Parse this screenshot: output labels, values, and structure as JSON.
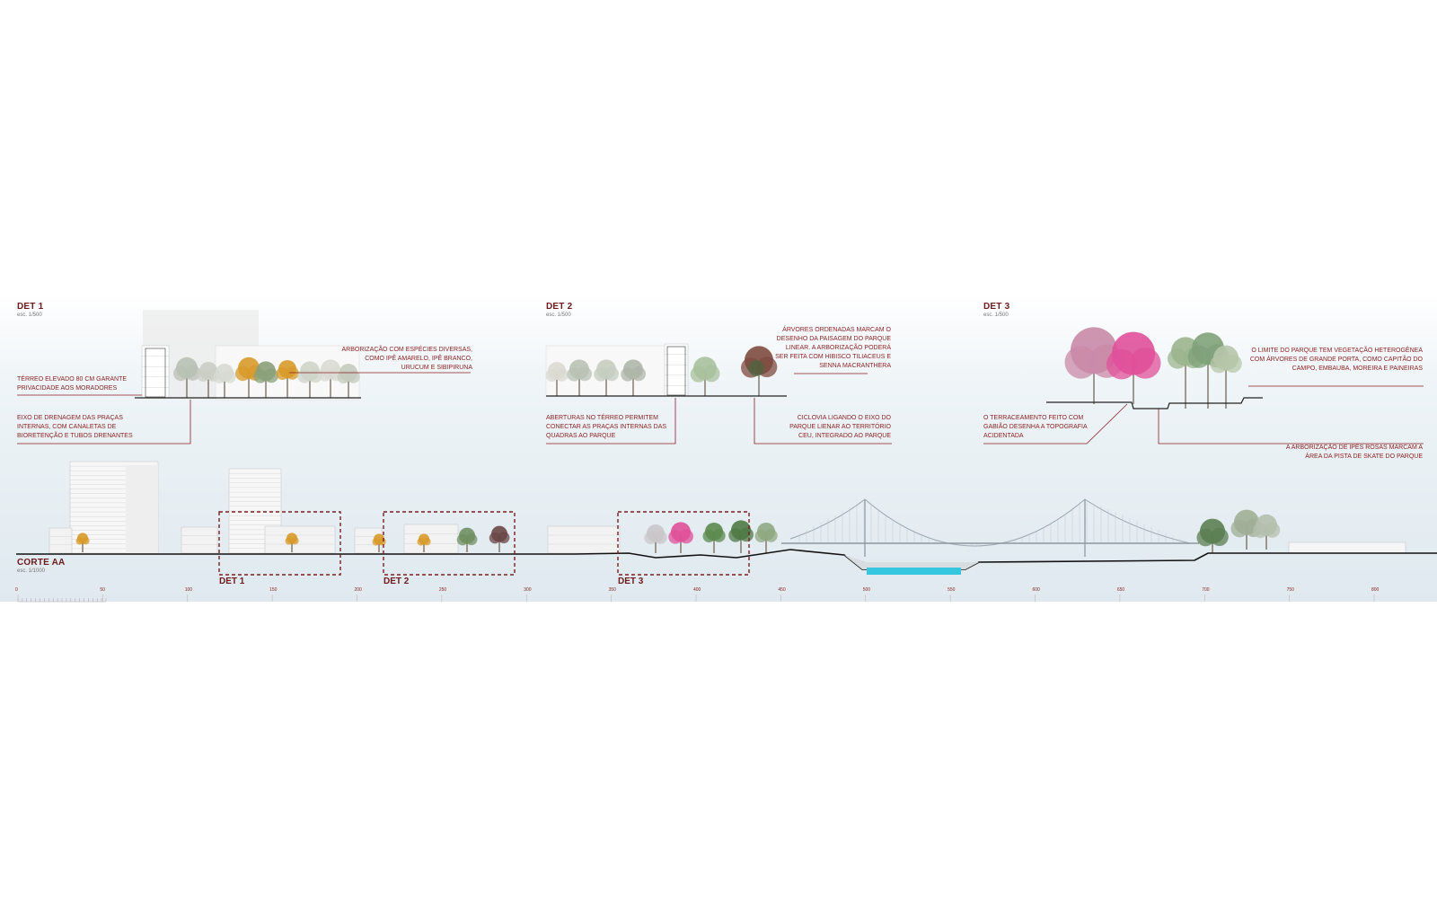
{
  "details": [
    {
      "id": "det1",
      "title": "DET 1",
      "scale": "esc. 1/500"
    },
    {
      "id": "det2",
      "title": "DET 2",
      "scale": "esc. 1/500"
    },
    {
      "id": "det3",
      "title": "DET 3",
      "scale": "esc. 1/500"
    }
  ],
  "notes": {
    "det1_trees": [
      "ARBORIZAÇÃO COM ESPÉCIES DIVERSAS,",
      "COMO IPÊ AMARELO, IPÊ BRANCO,",
      "URUCUM E SIBIPIRUNA"
    ],
    "det1_terreo": [
      "TÉRREO ELEVADO 80 CM GARANTE",
      "PRIVACIDADE AOS MORADORES"
    ],
    "det1_drain": [
      "EIXO DE DRENAGEM DAS PRAÇAS",
      "INTERNAS, COM CANALETAS DE",
      "BIORETENÇÃO E TUBOS DRENANTES"
    ],
    "det2_trees": [
      "ÁRVORES ORDENADAS MARCAM O",
      "DESENHO DA PAISAGEM DO PARQUE",
      "LINEAR. A ARBORIZAÇÃO PODERÁ",
      "SER FEITA COM HIBISCO TILIACEUS E",
      "SENNA MACRANTHERA"
    ],
    "det2_open": [
      "ABERTURAS NO TÉRREO PERMITEM",
      "CONECTAR AS PRAÇAS INTERNAS DAS",
      "QUADRAS AO PARQUE"
    ],
    "det2_bike": [
      "CICLOVIA LIGANDO O EIXO DO",
      "PARQUE LIENAR AO TERRITÓRIO",
      "CEU, INTEGRADO AO PARQUE"
    ],
    "det3_limit": [
      "O LIMITE DO PARQUE TEM VEGETAÇÃO HETEROGÊNEA",
      "COM ÁRVORES DE GRANDE PORTA, COMO CAPITÃO DO",
      "CAMPO, EMBAUBA, MOREIRA E PAINEIRAS"
    ],
    "det3_terrace": [
      "O TERRACEAMENTO FEITO COM",
      "GABIÃO DESENHA A TOPOGRAFIA",
      "ACIDENTADA"
    ],
    "det3_ipe": [
      "A ARBORIZAÇÃO DE IPÊS ROSAS MARCAM A",
      "ÁREA DA PISTA DE SKATE DO PARQUE"
    ]
  },
  "section": {
    "title": "CORTE AA",
    "scale": "esc. 1/1000"
  },
  "det_boxes": [
    "DET 1",
    "DET 2",
    "DET 3"
  ],
  "scale_bar": {
    "ticks": [
      "0",
      "50",
      "100",
      "150",
      "200",
      "250",
      "300",
      "350",
      "400",
      "450",
      "500",
      "550",
      "600",
      "650",
      "700",
      "750",
      "800"
    ]
  },
  "colors": {
    "accent": "#8b1f1f",
    "title": "#6e1a1a",
    "water": "#35c6e0",
    "ipe_rosa": "#e0509a",
    "ipe_amarelo": "#d89a2a",
    "tree": "#7d9a6a"
  }
}
